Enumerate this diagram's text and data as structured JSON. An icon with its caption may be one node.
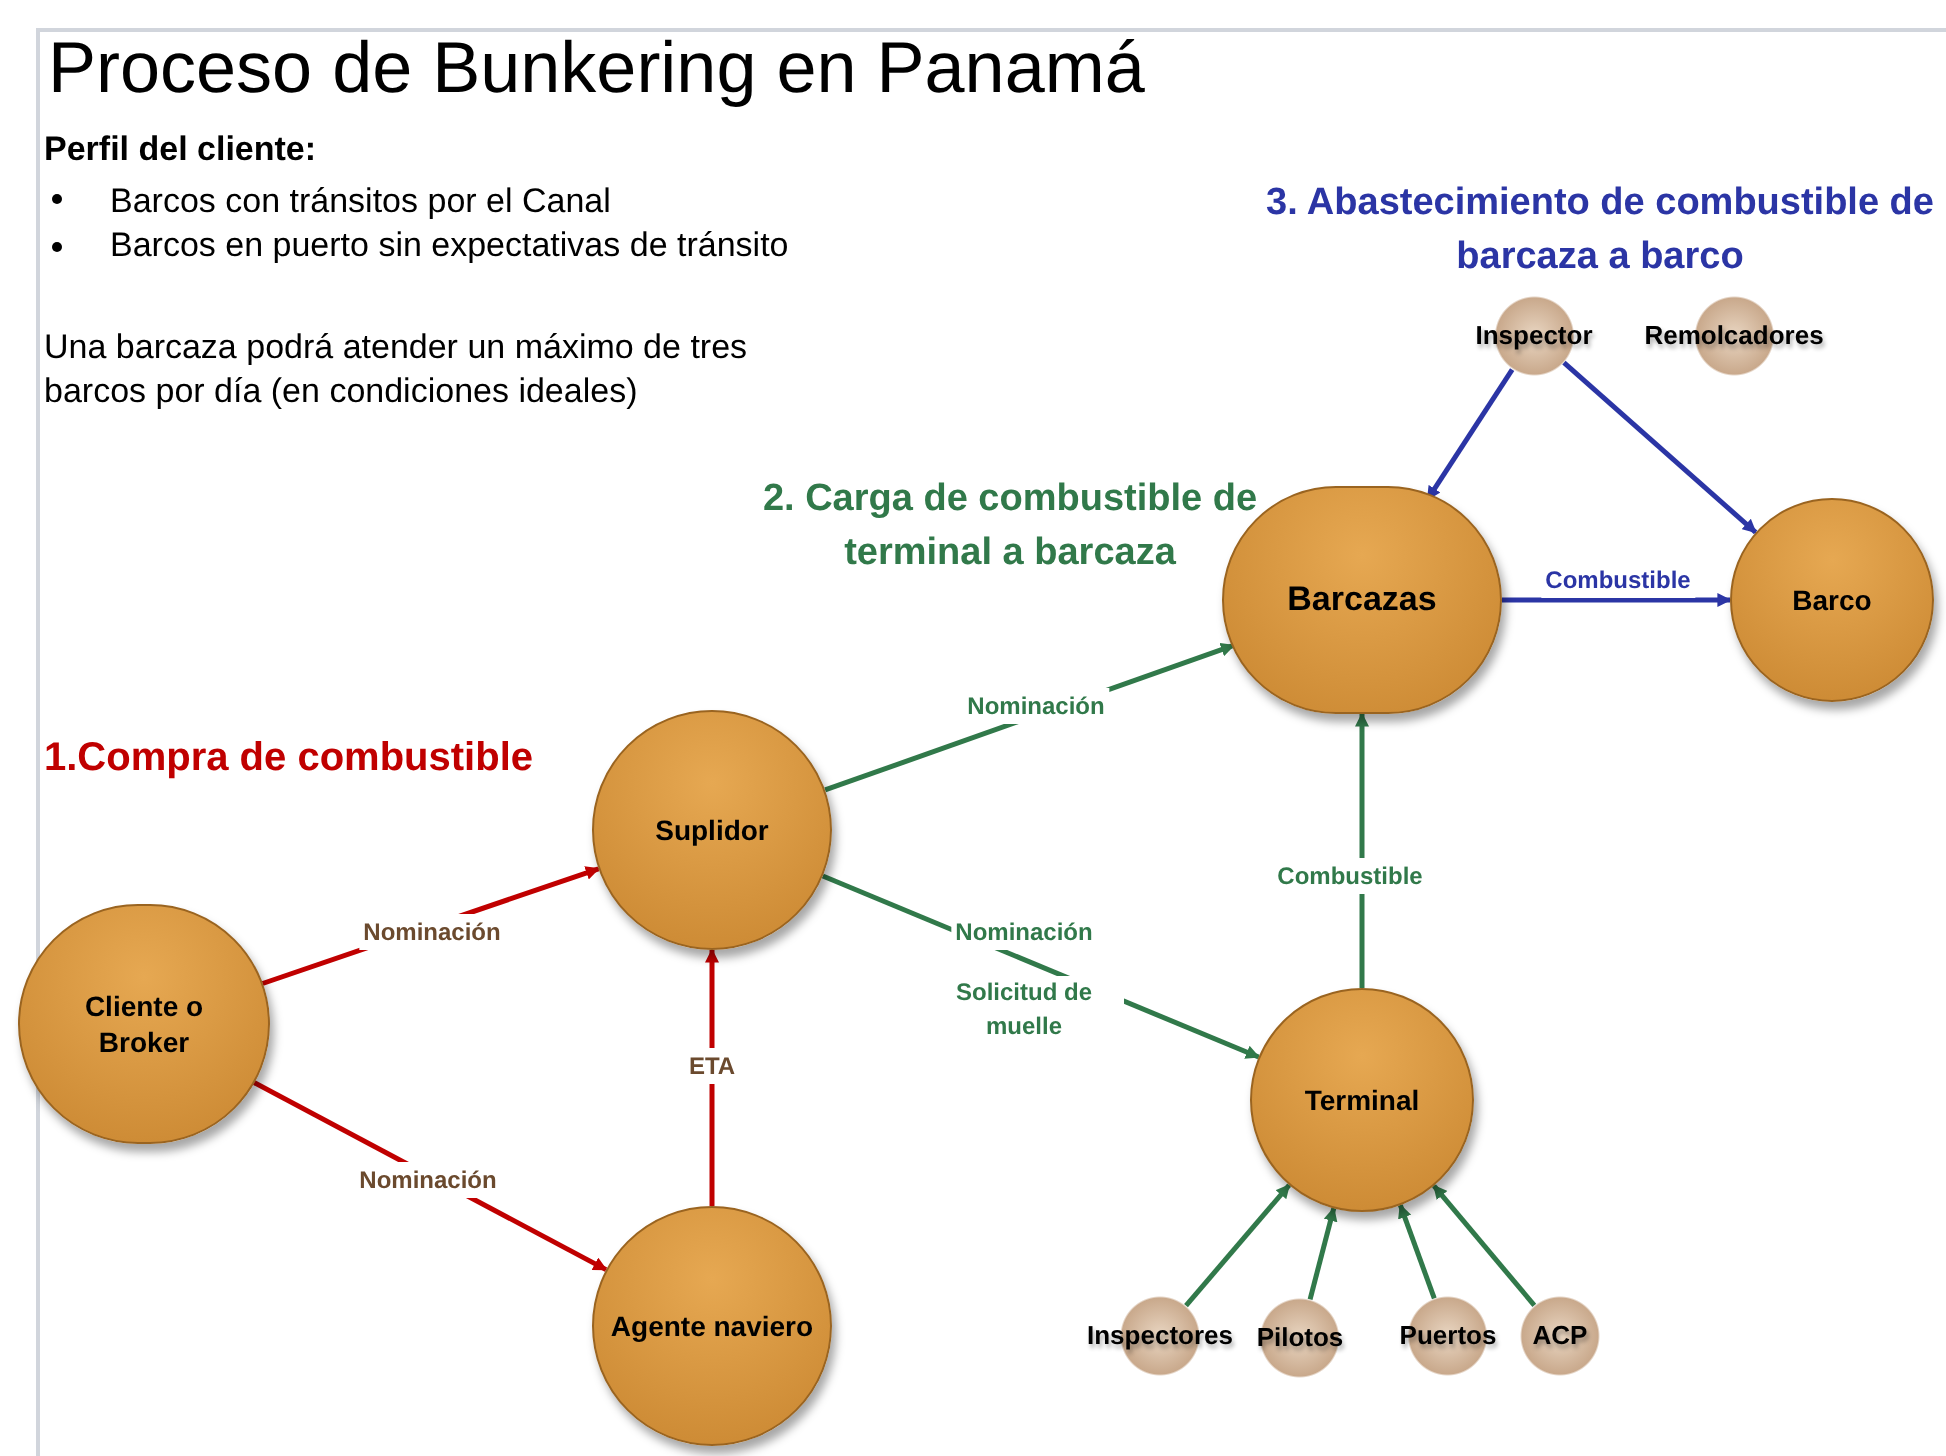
{
  "diagram": {
    "title": "Proceso de Bunkering en Panamá",
    "nodes": [
      {
        "text": [
          "Cliente o Broker"
        ]
      },
      {
        "text": [
          "Suplidor"
        ]
      },
      {
        "text": [
          "Agente naviero"
        ]
      },
      {
        "text": [
          "Barcazas"
        ]
      },
      {
        "text": [
          "Barco"
        ]
      },
      {
        "text": [
          "Terminal"
        ]
      },
      {
        "text": [
          "Inspector"
        ]
      },
      {
        "text": [
          "Remolcadores"
        ]
      },
      {
        "text": [
          "Inspectores"
        ]
      },
      {
        "text": [
          "Pilotos"
        ]
      },
      {
        "text": [
          "Puertos"
        ]
      },
      {
        "text": [
          "ACP"
        ]
      }
    ],
    "edges": [
      {
        "from": 0,
        "to": 1,
        "arrow": "to",
        "label": "Nominación",
        "color": "#c00000"
      },
      {
        "from": 0,
        "to": 2,
        "arrow": "to",
        "label": "Nominación",
        "color": "#c00000"
      },
      {
        "from": 2,
        "to": 1,
        "arrow": "to",
        "label": "ETA",
        "color": "#c00000"
      },
      {
        "from": 1,
        "to": 3,
        "arrow": "to",
        "label": "Nominación"
      },
      {
        "from": 1,
        "to": 5,
        "arrow": "to",
        "label": "Nominación"
      },
      {
        "from": 5,
        "to": 3,
        "arrow": "to",
        "label": "Combustible"
      },
      {
        "from": 3,
        "to": 4,
        "arrow": "to",
        "label": "Combustible",
        "color": "#2b35a5"
      },
      {
        "from": 6,
        "to": 3,
        "arrow": "to",
        "color": "#2b35a5"
      },
      {
        "from": 6,
        "to": 4,
        "arrow": "to",
        "color": "#2b35a5"
      },
      {
        "from": 8,
        "to": 5,
        "arrow": "to"
      },
      {
        "from": 9,
        "to": 5,
        "arrow": "to"
      },
      {
        "from": 10,
        "to": 5,
        "arrow": "to"
      },
      {
        "from": 11,
        "to": 5,
        "arrow": "to"
      }
    ],
    "labels": [
      "Perfil del cliente:",
      "Barcos con tránsitos por el Canal",
      "Barcos en puerto sin expectativas de tránsito",
      "Una barcaza podrá atender un máximo de tres barcos por día (en condiciones ideales)",
      "1.Compra de combustible",
      "2. Carga de combustible de terminal a barcaza",
      "3. Abastecimiento de combustible de barcaza a barco",
      "Solicitud de muelle"
    ]
  }
}
